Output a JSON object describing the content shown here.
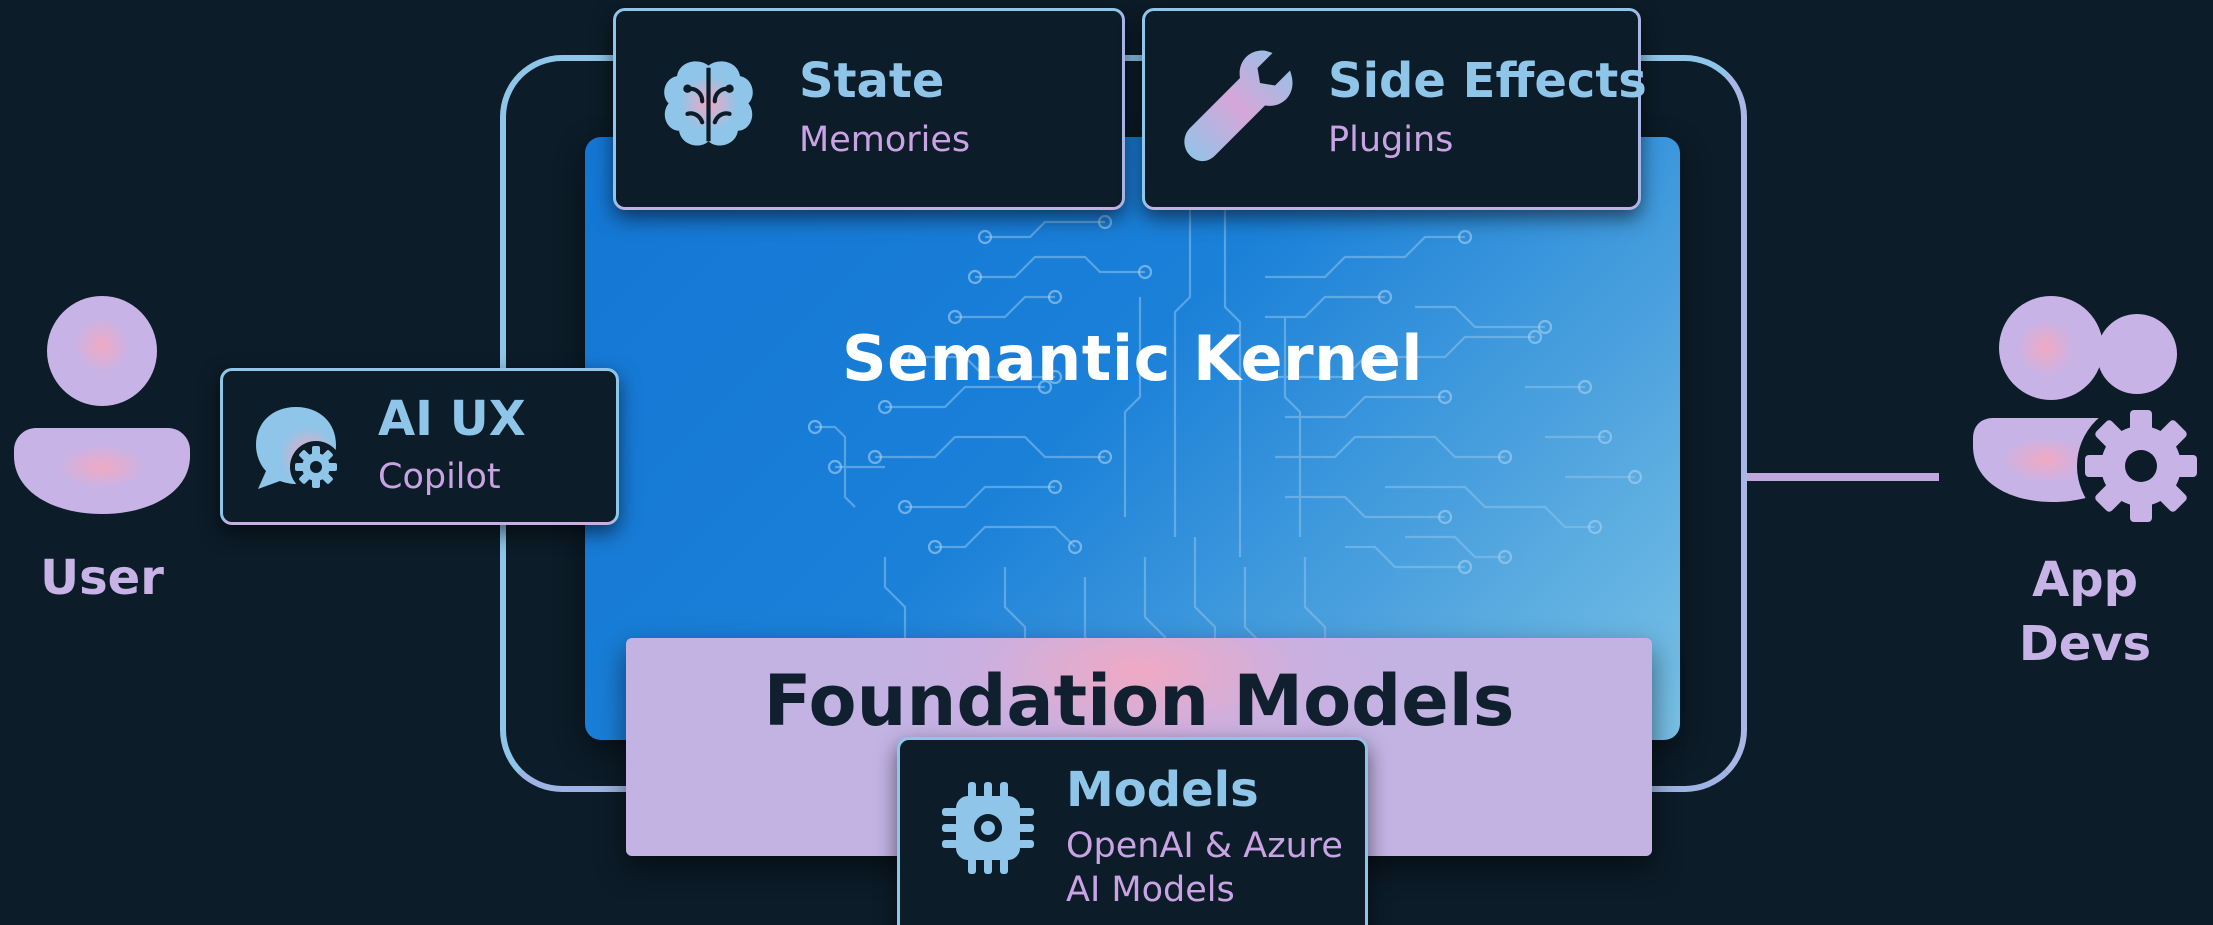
{
  "kernel": {
    "title": "Semantic Kernel"
  },
  "foundation": {
    "title": "Foundation Models"
  },
  "cards": {
    "state": {
      "title": "State",
      "subtitle": "Memories",
      "icon": "brain-icon"
    },
    "side_effects": {
      "title": "Side Effects",
      "subtitle": "Plugins",
      "icon": "wrench-icon"
    },
    "ai_ux": {
      "title": "AI UX",
      "subtitle": "Copilot",
      "icon": "chat-gear-icon"
    },
    "models": {
      "title": "Models",
      "subtitle_line1": "OpenAI & Azure",
      "subtitle_line2": "AI Models",
      "icon": "chip-icon"
    }
  },
  "personas": {
    "user": {
      "label": "User",
      "icon": "user-icon"
    },
    "app_devs": {
      "label_line1": "App",
      "label_line2": "Devs",
      "icon": "people-gear-icon"
    }
  },
  "colors": {
    "background": "#0c1c28",
    "accent_blue": "#8ec5e8",
    "accent_lavender": "#c9a3e4",
    "kernel_blue": "#1476d4",
    "foundation_lavender": "#c2b3e3",
    "highlight_pink": "#f0a9c3"
  }
}
